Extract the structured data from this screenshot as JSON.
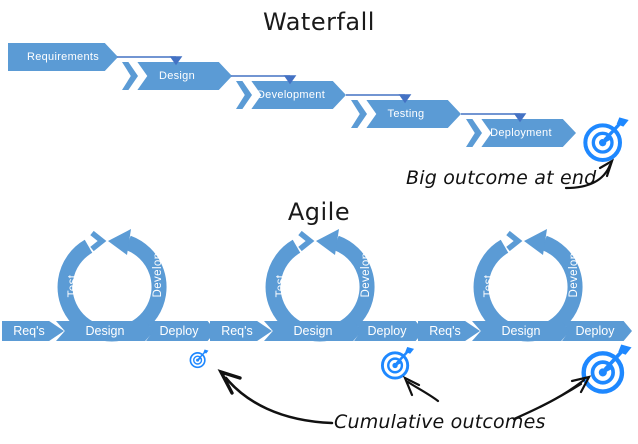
{
  "waterfall": {
    "title": "Waterfall",
    "steps": [
      "Requirements",
      "Design",
      "Development",
      "Testing",
      "Deployment"
    ],
    "annotation": "Big outcome at end",
    "target_icon": "bullseye-dart-icon"
  },
  "agile": {
    "title": "Agile",
    "cycles": [
      {
        "reqs": "Req's",
        "design": "Design",
        "deploy": "Deploy",
        "test": "Test",
        "develop": "Develop"
      },
      {
        "reqs": "Req's",
        "design": "Design",
        "deploy": "Deploy",
        "test": "Test",
        "develop": "Develop"
      },
      {
        "reqs": "Req's",
        "design": "Design",
        "deploy": "Deploy",
        "test": "Test",
        "develop": "Develop"
      }
    ],
    "annotation": "Cumulative outcomes",
    "target_icon": "bullseye-dart-icon"
  },
  "colors": {
    "shape_blue": "#5B9BD5",
    "connector_blue": "#4472C4",
    "target_blue": "#1E88FF",
    "ink": "#1a1a1a"
  }
}
